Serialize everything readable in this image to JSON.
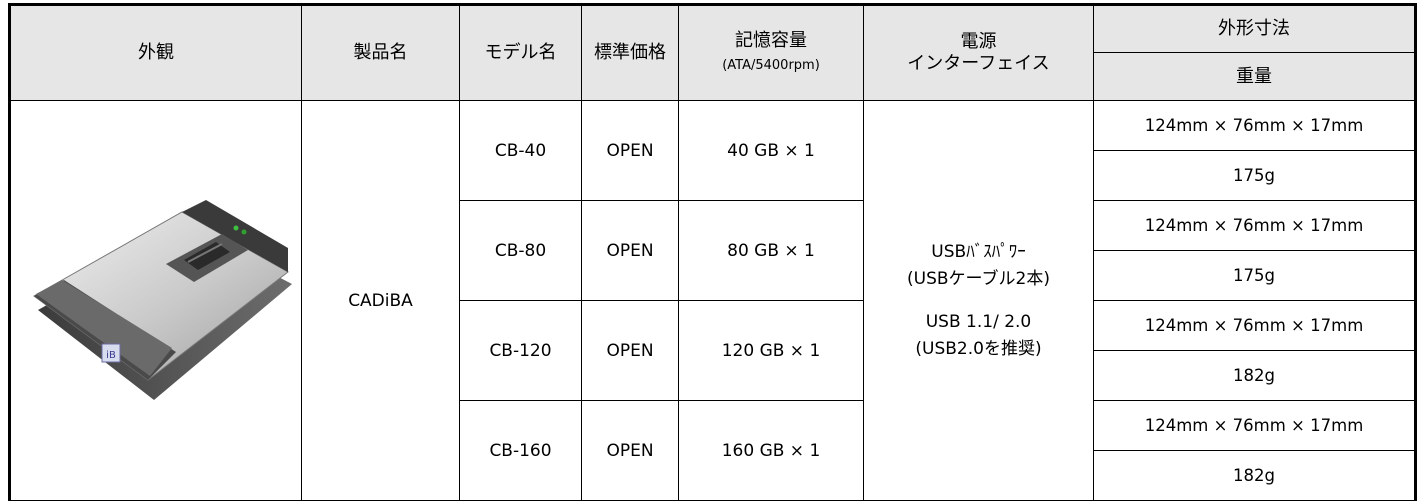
{
  "headers": {
    "appearance": "外観",
    "product_name": "製品名",
    "model_name": "モデル名",
    "standard_price": "標準価格",
    "capacity": "記憶容量",
    "capacity_note": "(ATA/5400rpm)",
    "power_line1": "電源",
    "power_line2": "インターフェイス",
    "dimensions": "外形寸法",
    "weight": "重量"
  },
  "product": {
    "name": "CADiBA",
    "image_icon": "external-hdd-with-fingerprint-sensor"
  },
  "power_interface": {
    "power_line1": "USBﾊﾞｽﾊﾟﾜｰ",
    "power_line2": "(USBケーブル2本)",
    "interface_line1": "USB 1.1/ 2.0",
    "interface_line2": "(USB2.0を推奨)"
  },
  "rows": [
    {
      "model": "CB-40",
      "price": "OPEN",
      "capacity": "40 GB × 1",
      "dimensions": "124mm × 76mm × 17mm",
      "weight": "175g"
    },
    {
      "model": "CB-80",
      "price": "OPEN",
      "capacity": "80 GB × 1",
      "dimensions": "124mm × 76mm × 17mm",
      "weight": "175g"
    },
    {
      "model": "CB-120",
      "price": "OPEN",
      "capacity": "120 GB × 1",
      "dimensions": "124mm × 76mm × 17mm",
      "weight": "182g"
    },
    {
      "model": "CB-160",
      "price": "OPEN",
      "capacity": "160 GB × 1",
      "dimensions": "124mm × 76mm × 17mm",
      "weight": "182g"
    }
  ]
}
